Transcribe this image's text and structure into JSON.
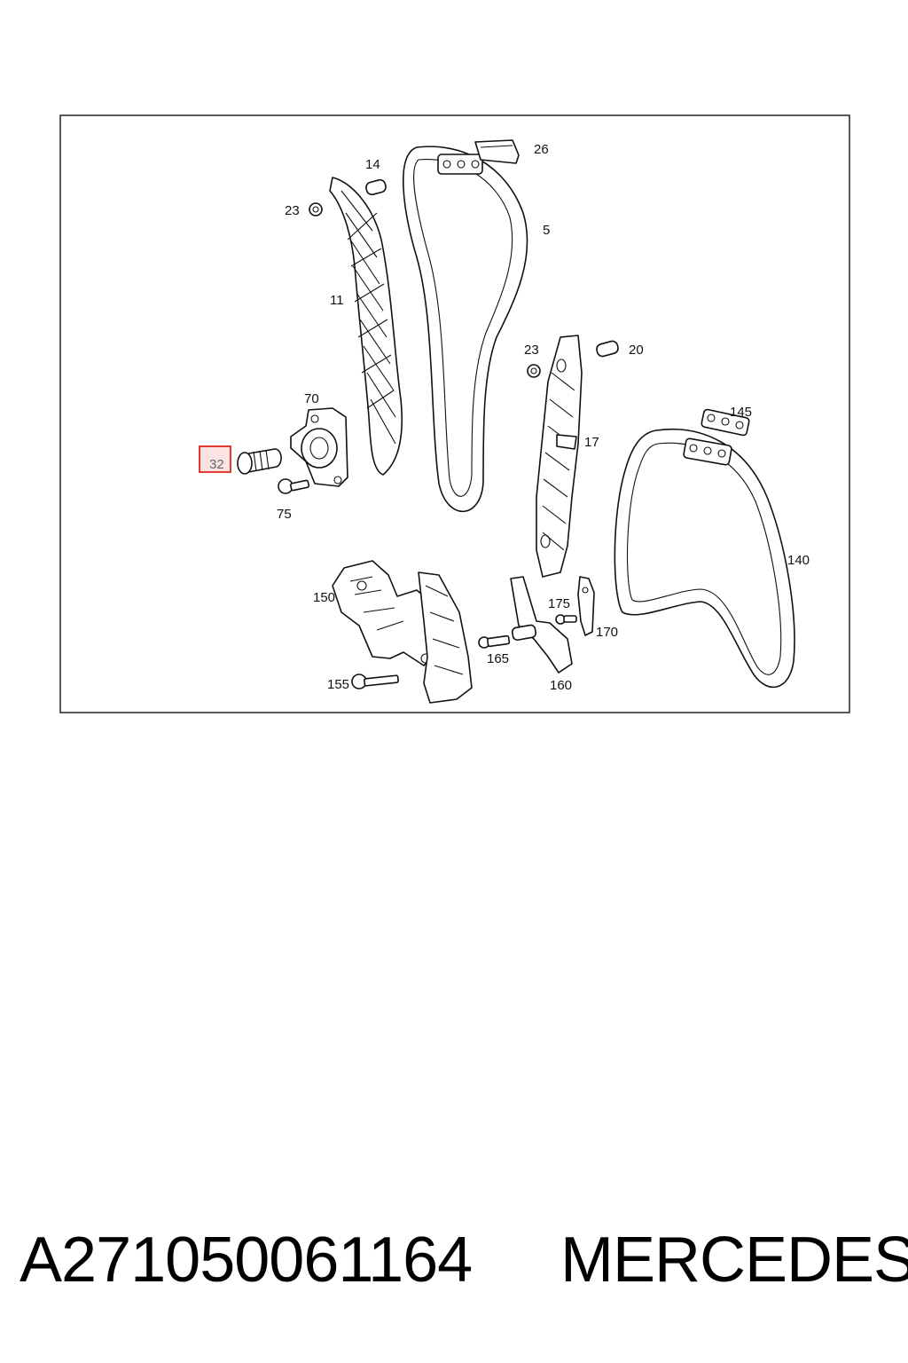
{
  "diagram": {
    "callouts": {
      "c5": "5",
      "c11": "11",
      "c14": "14",
      "c17": "17",
      "c20": "20",
      "c23a": "23",
      "c23b": "23",
      "c26": "26",
      "c32": "32",
      "c70": "70",
      "c75": "75",
      "c140": "140",
      "c145": "145",
      "c150": "150",
      "c155": "155",
      "c160": "160",
      "c165": "165",
      "c170": "170",
      "c175": "175"
    },
    "highlighted_callout": "32",
    "highlight_color": "#e53935"
  },
  "footer": {
    "part_number": "A271050061164",
    "brand": "MERCEDES"
  }
}
